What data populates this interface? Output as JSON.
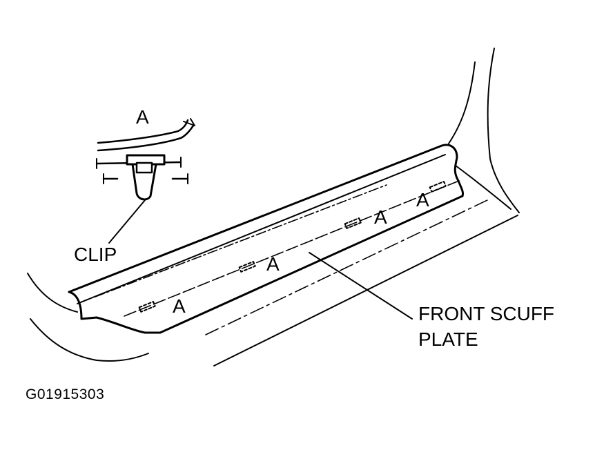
{
  "diagram": {
    "inset_label": "A",
    "clip_label": "CLIP",
    "point_labels": [
      "A",
      "A",
      "A",
      "A"
    ],
    "part_name_line1": "FRONT SCUFF",
    "part_name_line2": "PLATE",
    "figure_code": "G01915303"
  },
  "colors": {
    "ink": "#000000",
    "paper": "#ffffff"
  }
}
